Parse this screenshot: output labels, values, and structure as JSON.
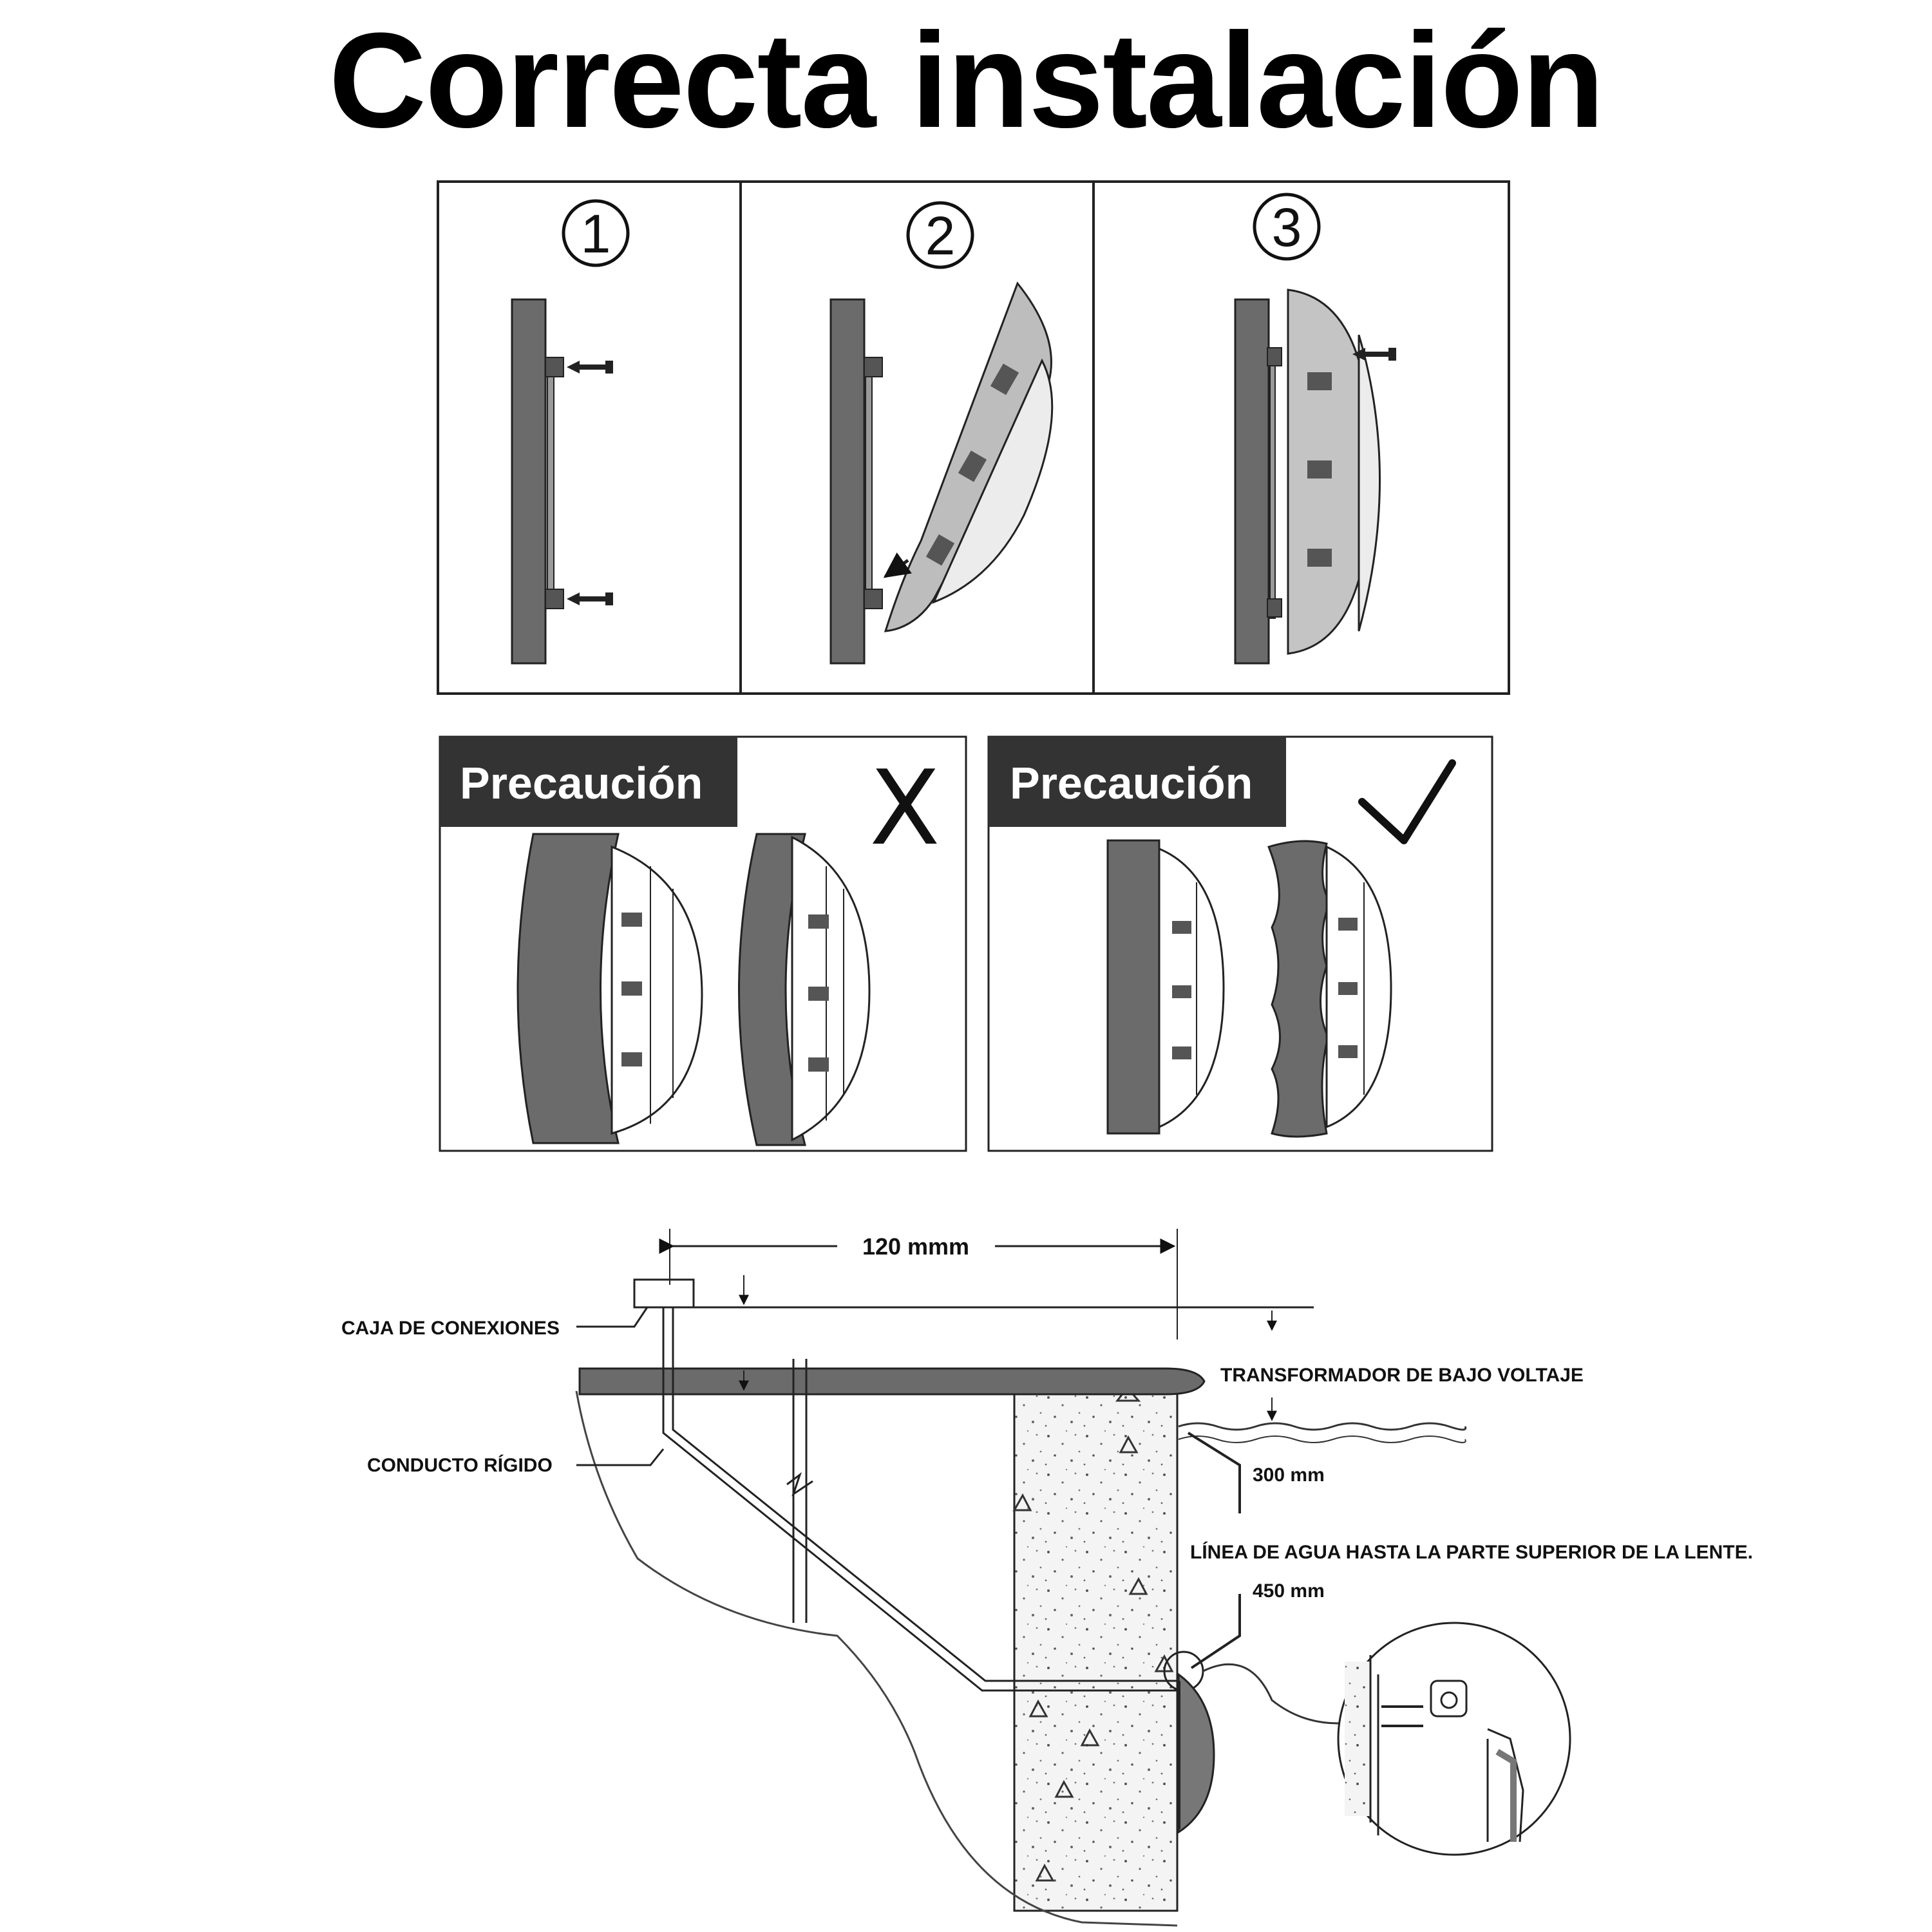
{
  "title": "Correcta instalación",
  "steps": [
    {
      "number": "1"
    },
    {
      "number": "2"
    },
    {
      "number": "3"
    }
  ],
  "precautions": [
    {
      "label": "Precaución",
      "mark": "X",
      "verdict": "incorrect"
    },
    {
      "label": "Precaución",
      "mark": "✓",
      "verdict": "correct"
    }
  ],
  "pool_diagram": {
    "distance_label": "120 mmm",
    "junction_box_label": "CAJA DE CONEXIONES",
    "transformer_label": "TRANSFORMADOR DE BAJO VOLTAJE",
    "rigid_conduit_label": "CONDUCTO RÍGIDO",
    "depth_300_label": "300 mm",
    "waterline_label": "LÍNEA DE AGUA HASTA LA PARTE SUPERIOR DE LA LENTE.",
    "depth_450_label": "450 mm"
  },
  "colors": {
    "wall": "#6b6b6b",
    "lamp": "#c4c4c4",
    "tag_bg": "#333333",
    "line": "#222222"
  }
}
